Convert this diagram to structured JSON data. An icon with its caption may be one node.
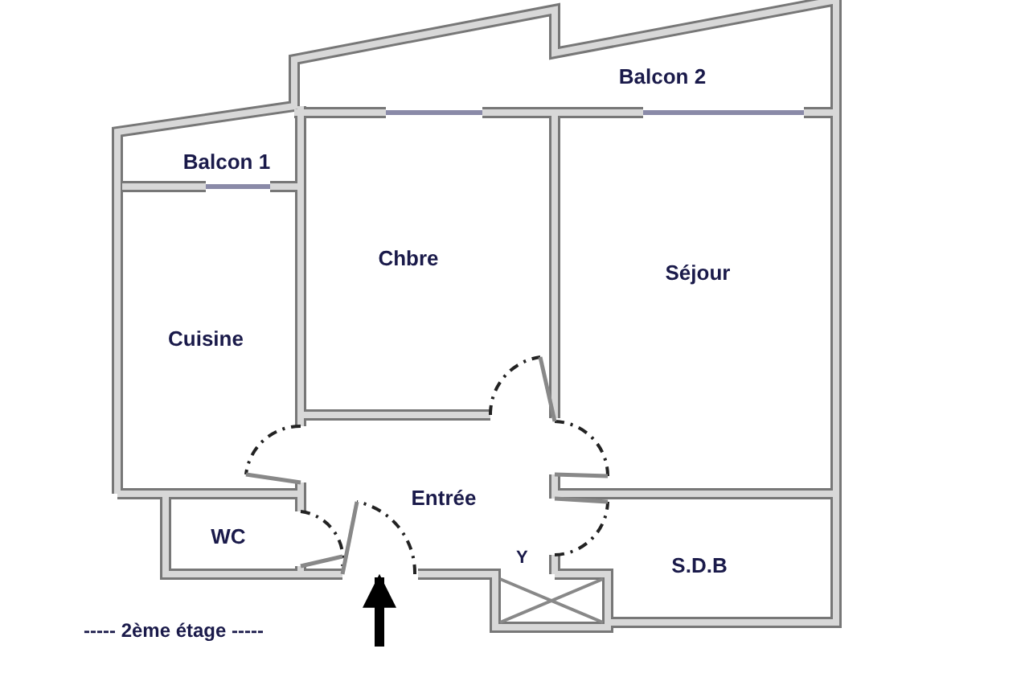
{
  "diagram": {
    "nodes": [
      {
        "text": [
          "Balcon 2"
        ]
      },
      {
        "text": [
          "Balcon 1"
        ]
      },
      {
        "text": [
          "Chbre"
        ]
      },
      {
        "text": [
          "Séjour"
        ]
      },
      {
        "text": [
          "Cuisine"
        ]
      },
      {
        "text": [
          "Entrée"
        ]
      },
      {
        "text": [
          "WC"
        ]
      },
      {
        "text": [
          "S.D.B"
        ]
      }
    ],
    "edges": [
      {
        "from": null,
        "to": 5,
        "arrow": "to"
      }
    ],
    "labels": [
      "Y",
      "----- 2ème étage -----"
    ]
  }
}
